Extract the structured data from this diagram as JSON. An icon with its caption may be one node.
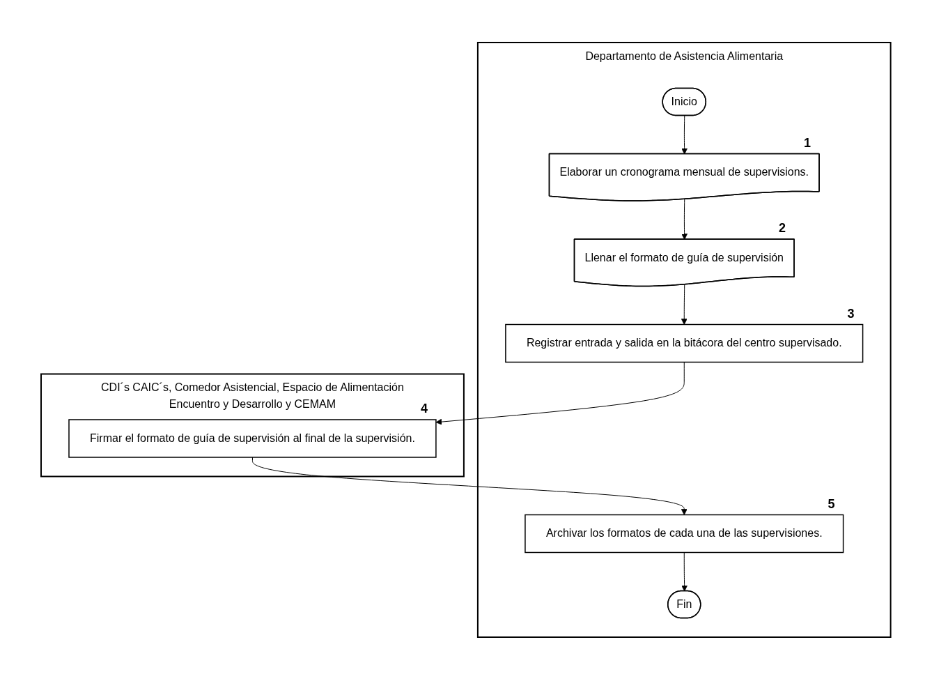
{
  "diagram": {
    "nodes": [
      {
        "text": [
          "Departamento de Asistencia Alimentaria"
        ]
      },
      {
        "text": [
          "CDI´s CAIC´s, Comedor Asistencial, Espacio de Alimentación Encuentro y Desarrollo y CEMAM"
        ]
      },
      {
        "text": [
          "Inicio"
        ],
        "in": 0
      },
      {
        "text": [
          "Elaborar un cronograma mensual de supervisions."
        ],
        "beside": [
          "1"
        ],
        "in": 0
      },
      {
        "text": [
          "Llenar el formato de guía de supervisión"
        ],
        "beside": [
          "2"
        ],
        "in": 0
      },
      {
        "text": [
          "Registrar entrada y salida en la bitácora del centro supervisado."
        ],
        "beside": [
          "3"
        ],
        "in": 0
      },
      {
        "text": [
          "Firmar el formato de guía de supervisión al final de la supervisión."
        ],
        "beside": [
          "4"
        ],
        "in": 1
      },
      {
        "text": [
          "Archivar los formatos de cada una de las supervisiones."
        ],
        "beside": [
          "5"
        ],
        "in": 0
      },
      {
        "text": [
          "Fin"
        ],
        "in": 0
      }
    ],
    "edges": [
      {
        "from": 2,
        "to": 3,
        "arrow": "to"
      },
      {
        "from": 3,
        "to": 4,
        "arrow": "to"
      },
      {
        "from": 4,
        "to": 5,
        "arrow": "to"
      },
      {
        "from": 5,
        "to": 6,
        "arrow": "to"
      },
      {
        "from": 6,
        "to": 7,
        "arrow": "to"
      },
      {
        "from": 7,
        "to": 8,
        "arrow": "to"
      }
    ]
  }
}
